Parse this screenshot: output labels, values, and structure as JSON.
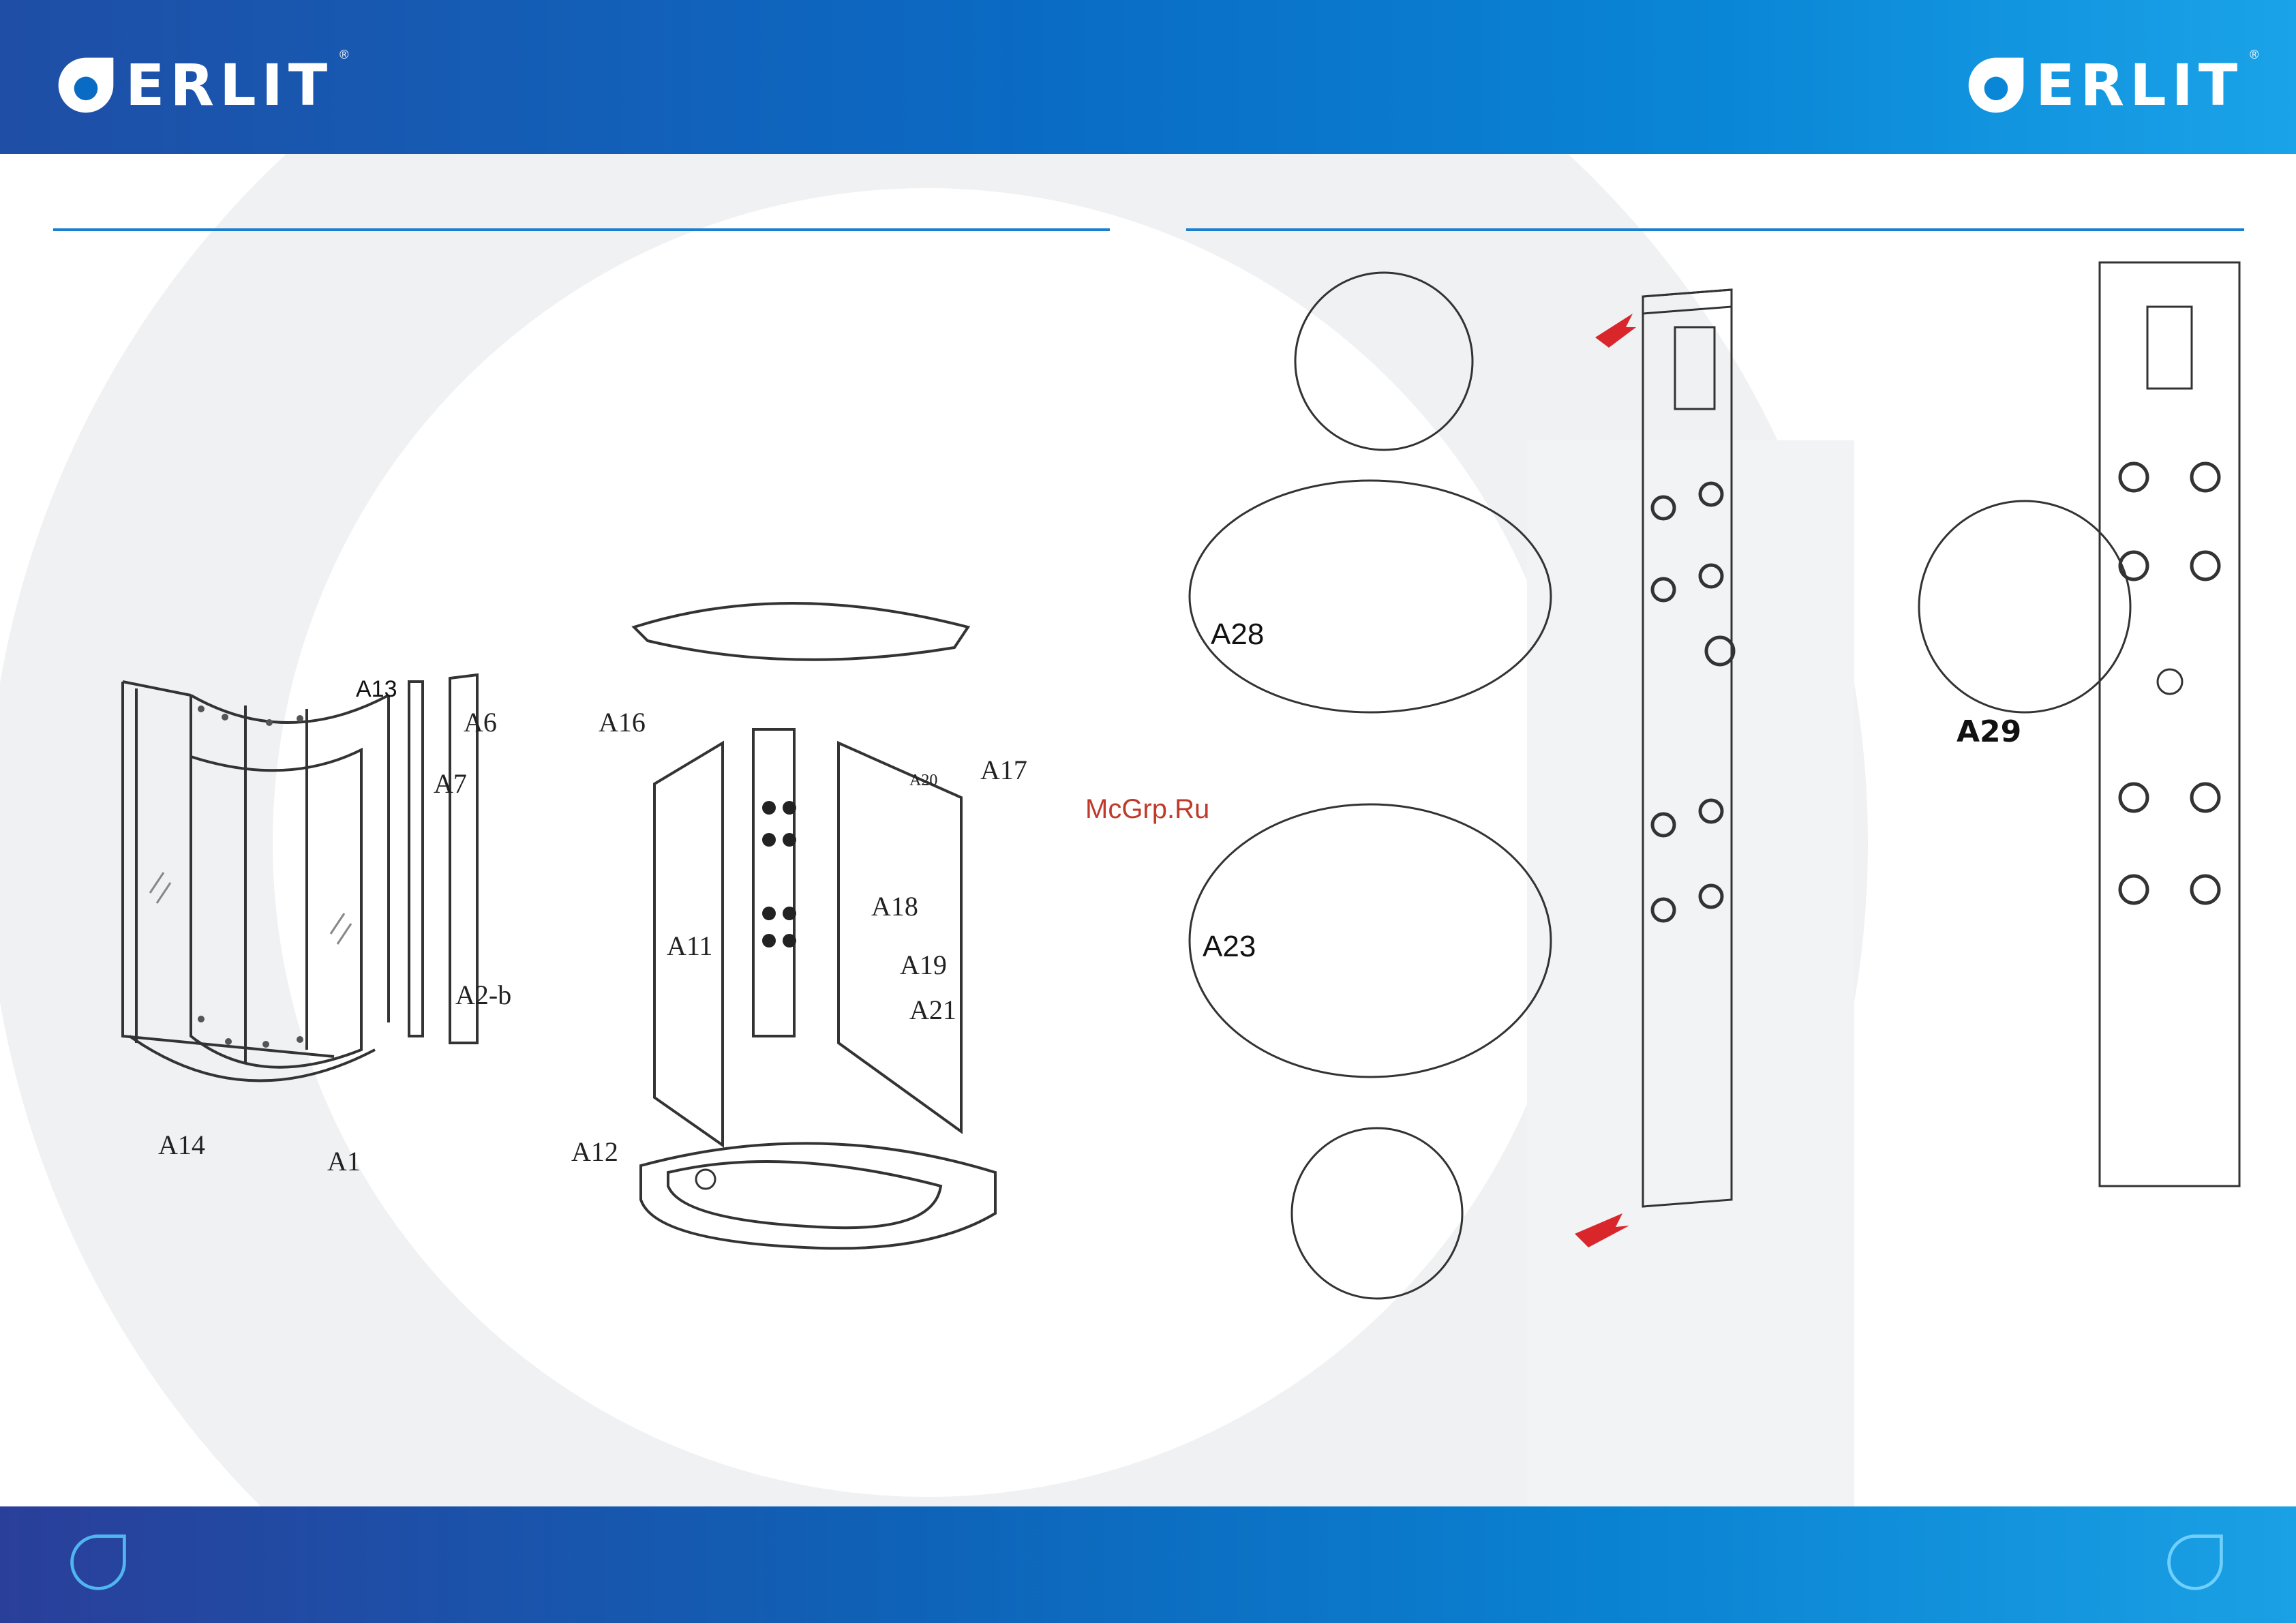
{
  "brand": {
    "logo_text": "ERLIT",
    "trademark": "®"
  },
  "labels": {
    "left": [
      "A13",
      "A6",
      "A7",
      "A2-b",
      "A14",
      "A1"
    ],
    "middle": [
      "A16",
      "A17",
      "A20",
      "A11",
      "A18",
      "A19",
      "A21",
      "A12"
    ],
    "right": [
      "A28",
      "A23",
      "A29"
    ]
  },
  "watermark": "McGrp.Ru",
  "colors": {
    "header_blue": "#0a6bc4",
    "footer_blue": "#0e63b8",
    "rule_blue": "#1a7fd0",
    "arrow_red": "#d9262b"
  },
  "icons": [
    "erlit-logo-icon",
    "drop-icon"
  ]
}
